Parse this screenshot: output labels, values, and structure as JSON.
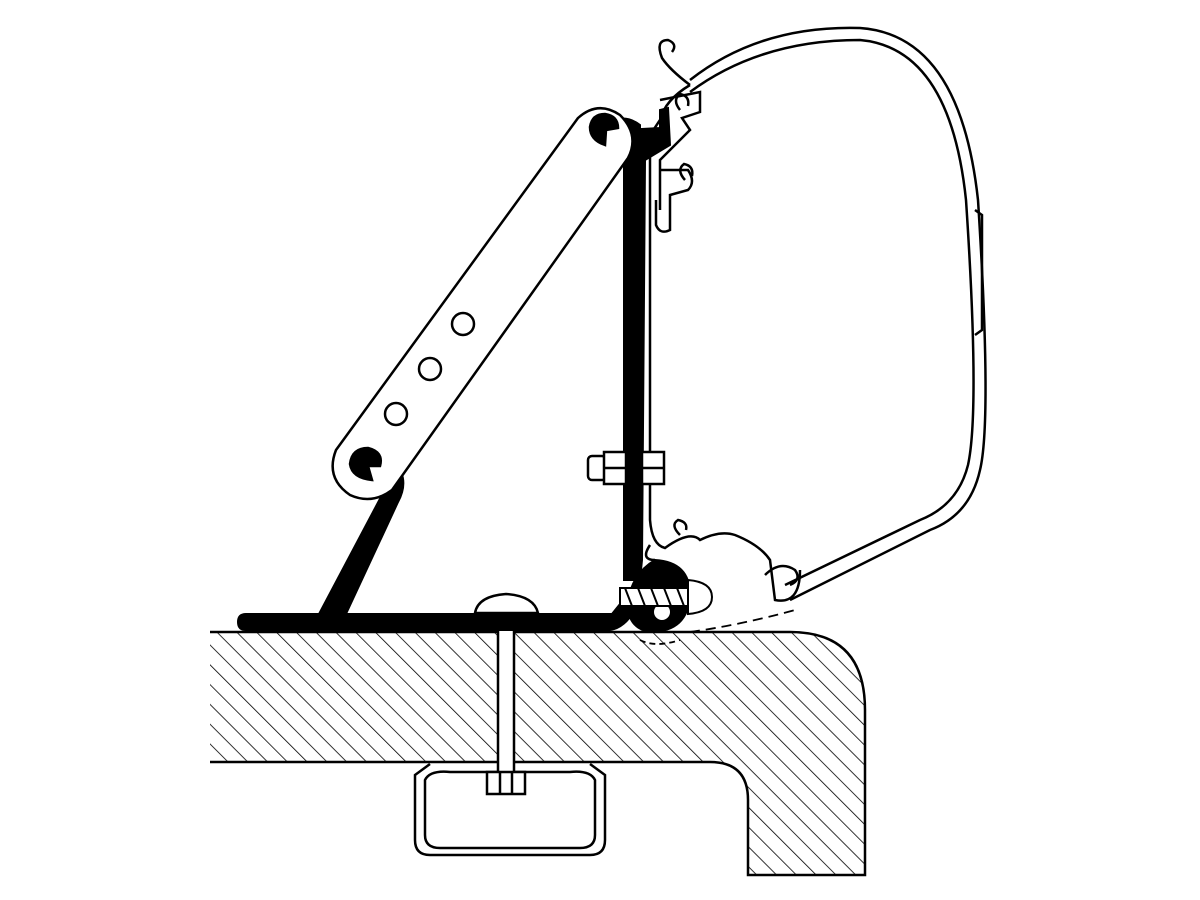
{
  "diagram": {
    "type": "technical-line-drawing",
    "colors": {
      "line": "#000000",
      "fill": "#ffffff",
      "bracket": "#000000"
    },
    "parts": [
      "roof-section",
      "mounting-bracket",
      "support-arm",
      "awning-cassette",
      "bolt",
      "nut",
      "screw",
      "rail-channel"
    ]
  }
}
